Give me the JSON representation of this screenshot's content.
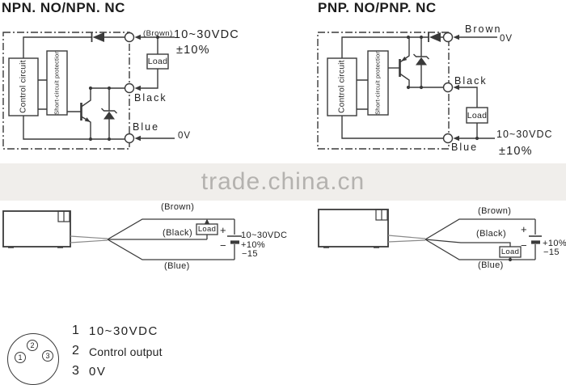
{
  "colors": {
    "line": "#3a3a3a",
    "cable": "#8a8a8a",
    "watermark_bg": "#f0eeeb",
    "watermark_text": "#b4b2af"
  },
  "titles": {
    "npn": "NPN. NO/NPN. NC",
    "pnp": "PNP. NO/PNP. NC"
  },
  "watermark": {
    "text": "trade.china.cn"
  },
  "npn": {
    "control": "Control circuit",
    "protection": "Short-circuit protection",
    "load": "Load",
    "brown": "(Brown)",
    "supply": "10~30VDC",
    "tolerance": "±10%",
    "black": "Black",
    "blue": "Blue",
    "zero_v": "0V"
  },
  "pnp": {
    "control": "Control circuit",
    "protection": "Short-circuit protection",
    "load": "Load",
    "brown": "Brown",
    "zero_v": "0V",
    "black": "Black",
    "blue": "Blue",
    "supply": "10~30VDC",
    "tolerance": "±10%"
  },
  "wiring_left": {
    "brown": "(Brown)",
    "black": "(Black)",
    "blue": "(Blue)",
    "load": "Load",
    "plus": "+",
    "minus": "−",
    "supply": "10~30VDC",
    "tol_plus": "+10%",
    "tol_minus": "−15"
  },
  "wiring_right": {
    "brown": "(Brown)",
    "black": "(Black)",
    "blue": "(Blue)",
    "load": "Load",
    "plus": "+",
    "minus": "−",
    "tol_plus": "+10%",
    "tol_minus": "−15"
  },
  "connector": {
    "pins": {
      "p1": "1",
      "p2": "2",
      "p3": "3"
    },
    "legend": [
      {
        "num": "1",
        "label": "10~30VDC"
      },
      {
        "num": "2",
        "label": "Control output"
      },
      {
        "num": "3",
        "label": "0V"
      }
    ]
  }
}
